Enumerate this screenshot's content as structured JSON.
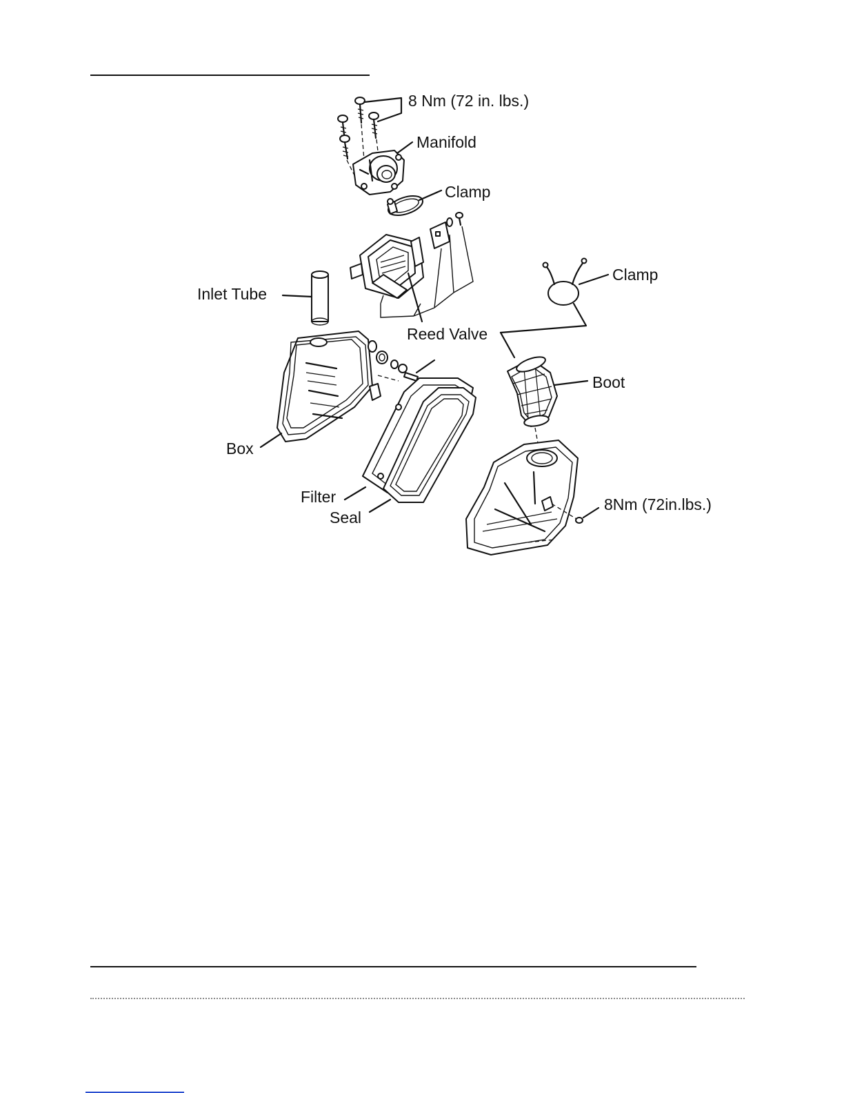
{
  "labels": {
    "torque_top": "8 Nm (72 in. lbs.)",
    "manifold": "Manifold",
    "clamp_upper": "Clamp",
    "clamp_right": "Clamp",
    "inlet_tube": "Inlet Tube",
    "reed_valve": "Reed Valve",
    "boot": "Boot",
    "box": "Box",
    "filter": "Filter",
    "seal": "Seal",
    "torque_bottom": "8Nm (72in.lbs.)"
  }
}
